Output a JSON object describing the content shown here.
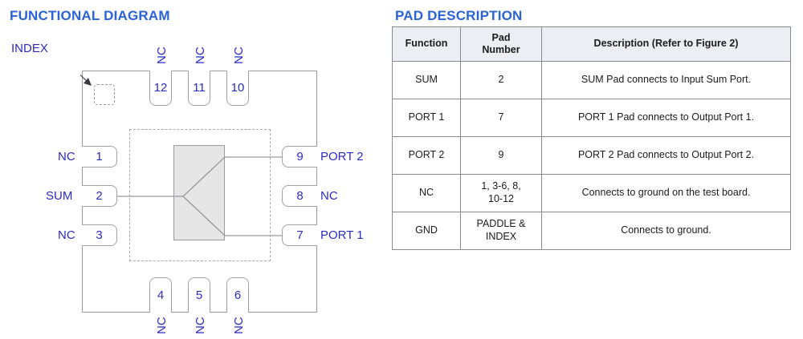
{
  "functional": {
    "title": "FUNCTIONAL DIAGRAM",
    "index_label": "INDEX",
    "pads": {
      "left": [
        {
          "number": "1",
          "signal": "NC"
        },
        {
          "number": "2",
          "signal": "SUM"
        },
        {
          "number": "3",
          "signal": "NC"
        }
      ],
      "bottom": [
        {
          "number": "4",
          "signal": "NC"
        },
        {
          "number": "5",
          "signal": "NC"
        },
        {
          "number": "6",
          "signal": "NC"
        }
      ],
      "right": [
        {
          "number": "9",
          "signal": "PORT 2"
        },
        {
          "number": "8",
          "signal": "NC"
        },
        {
          "number": "7",
          "signal": "PORT 1"
        }
      ],
      "top": [
        {
          "number": "12",
          "signal": "NC"
        },
        {
          "number": "11",
          "signal": "NC"
        },
        {
          "number": "10",
          "signal": "NC"
        }
      ]
    }
  },
  "pad_description": {
    "title": "PAD DESCRIPTION",
    "columns": [
      "Function",
      "Pad\nNumber",
      "Description (Refer to Figure 2)"
    ],
    "rows": [
      {
        "function": "SUM",
        "pad_number": "2",
        "description": "SUM Pad connects to Input Sum Port."
      },
      {
        "function": "PORT 1",
        "pad_number": "7",
        "description": "PORT 1 Pad connects to Output Port 1."
      },
      {
        "function": "PORT 2",
        "pad_number": "9",
        "description": "PORT 2 Pad connects to Output Port 2."
      },
      {
        "function": "NC",
        "pad_number": "1, 3-6, 8,\n10-12",
        "description": "Connects to ground on the test board."
      },
      {
        "function": "GND",
        "pad_number": "PADDLE &\nINDEX",
        "description": "Connects to ground."
      }
    ]
  },
  "colors": {
    "title_blue": "#2a63d6",
    "label_blue": "#2b2bc0",
    "outline_gray": "#9a9a9f",
    "block_fill": "#e6e6e6",
    "header_fill": "#eceef4"
  }
}
